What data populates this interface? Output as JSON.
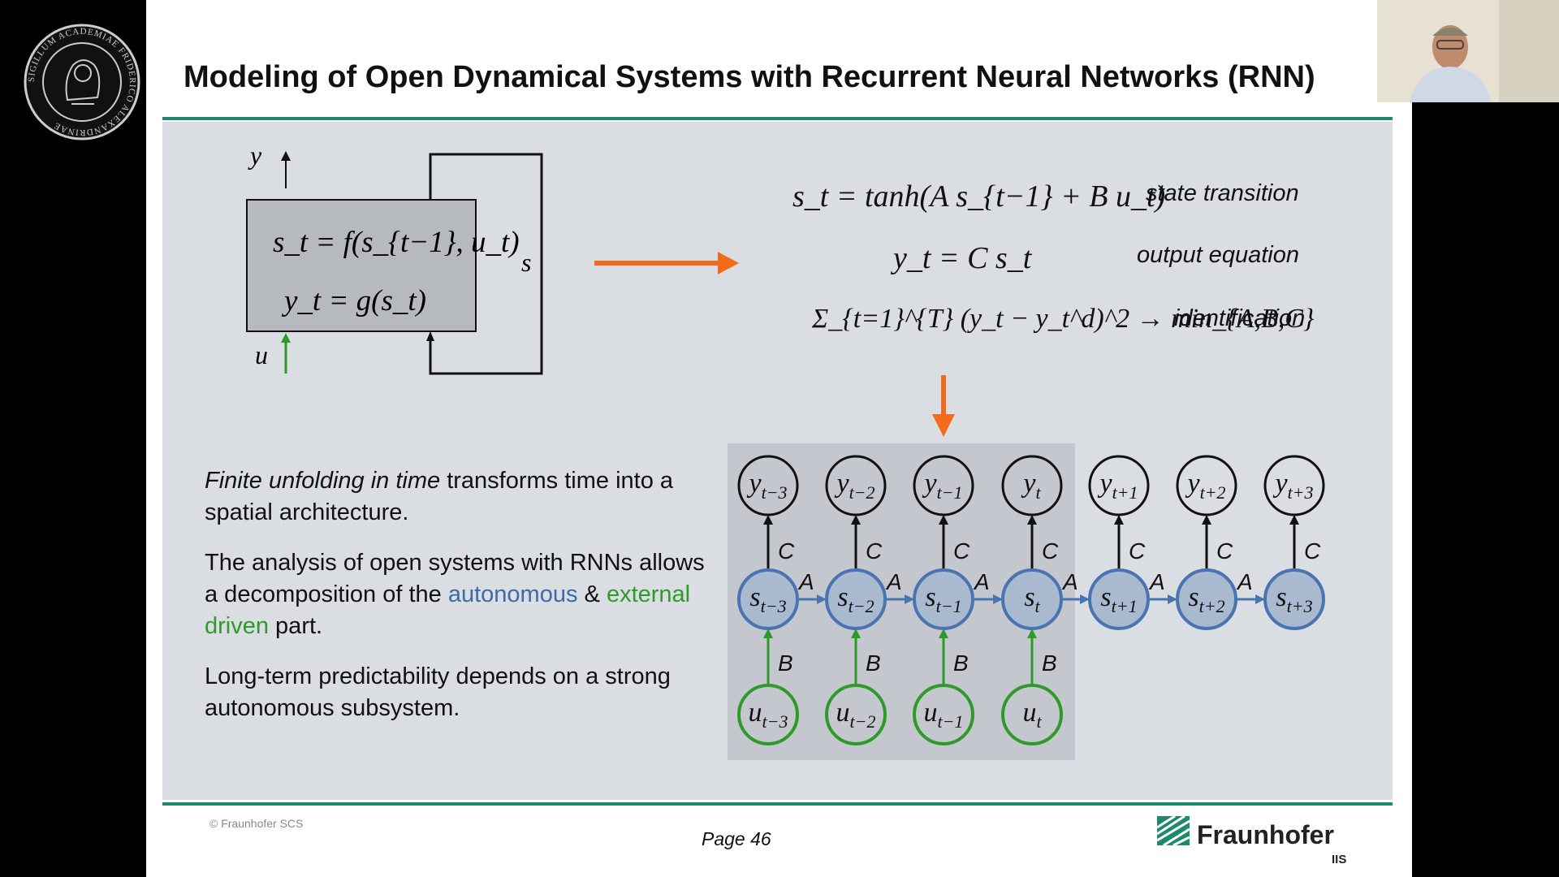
{
  "slide": {
    "title": "Modeling of Open Dynamical Systems with Recurrent Neural Networks (RNN)",
    "page_label": "Page 46",
    "copyright": "© Fraunhofer SCS",
    "logo": {
      "name": "Fraunhofer",
      "sub": "IIS"
    },
    "seal_text": "SIGILLUM ACADEMIAE FRIDERICO ALEXANDRINAE"
  },
  "block_diagram": {
    "output_label": "y",
    "input_label": "u",
    "state_label": "s",
    "eq1": "s_t = f(s_{t−1}, u_t)",
    "eq2": "y_t = g(s_t)"
  },
  "equations": [
    {
      "formula": "s_t = tanh(A s_{t−1} + B u_t)",
      "label": "state transition"
    },
    {
      "formula": "y_t = C s_t",
      "label": "output equation"
    },
    {
      "formula": "Σ_{t=1}^{T} (y_t − y_t^d)^2 → min_{A,B,C}",
      "label": "identification"
    }
  ],
  "text": {
    "p1_italic": "Finite unfolding in time",
    "p1_rest": " transforms time into a spatial architecture.",
    "p2_a": "The analysis of open systems with RNNs allows a decomposition of the ",
    "p2_blue": "autonomous",
    "p2_amp": " & ",
    "p2_green": "external driven",
    "p2_end": " part.",
    "p3": "Long-term predictability depends on a strong autonomous subsystem."
  },
  "unfolded": {
    "outputs": [
      "y",
      "y",
      "y",
      "y",
      "y",
      "y",
      "y"
    ],
    "output_subs": [
      "t−3",
      "t−2",
      "t−1",
      "t",
      "t+1",
      "t+2",
      "t+3"
    ],
    "states": [
      "s",
      "s",
      "s",
      "s",
      "s",
      "s",
      "s"
    ],
    "state_subs": [
      "t−3",
      "t−2",
      "t−1",
      "t",
      "t+1",
      "t+2",
      "t+3"
    ],
    "inputs": [
      "u",
      "u",
      "u",
      "u"
    ],
    "input_subs": [
      "t−3",
      "t−2",
      "t−1",
      "t"
    ],
    "matrix_A": "A",
    "matrix_B": "B",
    "matrix_C": "C"
  },
  "colors": {
    "arrow_orange": "#f26a1b",
    "state_blue": "#4a74b0",
    "input_green": "#2f9a2a",
    "rule_teal": "#1e8a6b"
  }
}
